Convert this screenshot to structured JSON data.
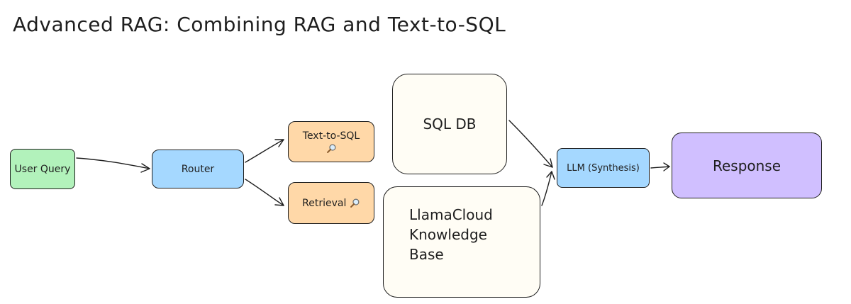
{
  "title": "Advanced RAG: Combining RAG and Text-to-SQL",
  "nodes": {
    "user_query": "User Query",
    "router": "Router",
    "text_to_sql": "Text-to-SQL",
    "retrieval": "Retrieval",
    "sql_db": "SQL DB",
    "knowledge_base": [
      "LlamaCloud",
      "Knowledge",
      "Base"
    ],
    "llm": "LLM (Synthesis)",
    "response": "Response"
  },
  "icons": {
    "text_to_sql": "magnifier-icon",
    "retrieval": "magnifier-icon"
  },
  "colors": {
    "user_query": "#b2f2bb",
    "router": "#a5d8ff",
    "text_to_sql": "#ffd8a8",
    "retrieval": "#ffd8a8",
    "sql_db": "#fffdf5",
    "knowledge_base": "#fffdf5",
    "llm": "#a5d8ff",
    "response": "#d0bfff",
    "stroke": "#1e1e1e"
  }
}
